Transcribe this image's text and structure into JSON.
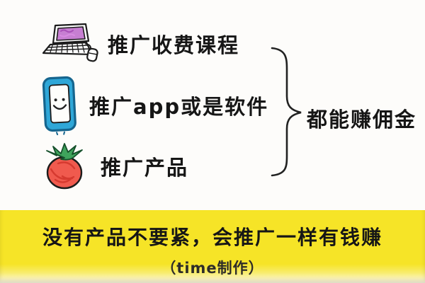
{
  "poster": {
    "rows": [
      {
        "icon": "laptop-icon",
        "label": "推广收费课程"
      },
      {
        "icon": "smartphone-icon",
        "label": "推广app或是软件"
      },
      {
        "icon": "tomato-icon",
        "label": "推广产品"
      }
    ],
    "result": {
      "label": "都能赚佣金"
    },
    "banner": {
      "headline": "没有产品不要紧，会推广一样有钱赚",
      "credit": "（time制作）"
    },
    "colors": {
      "background": "#FDFCFA",
      "ink": "#161616",
      "banner_yellow": "#F6E427",
      "phone_blue": "#2FA7D8",
      "phone_outline_blue": "#16658E",
      "tomato_red": "#F05A4E",
      "tomato_shade_red": "#D63A30",
      "leaf_green": "#3FA35C",
      "screen_purple": "#C77FD2",
      "screen_scribble_magenta": "#A94FB8"
    }
  }
}
